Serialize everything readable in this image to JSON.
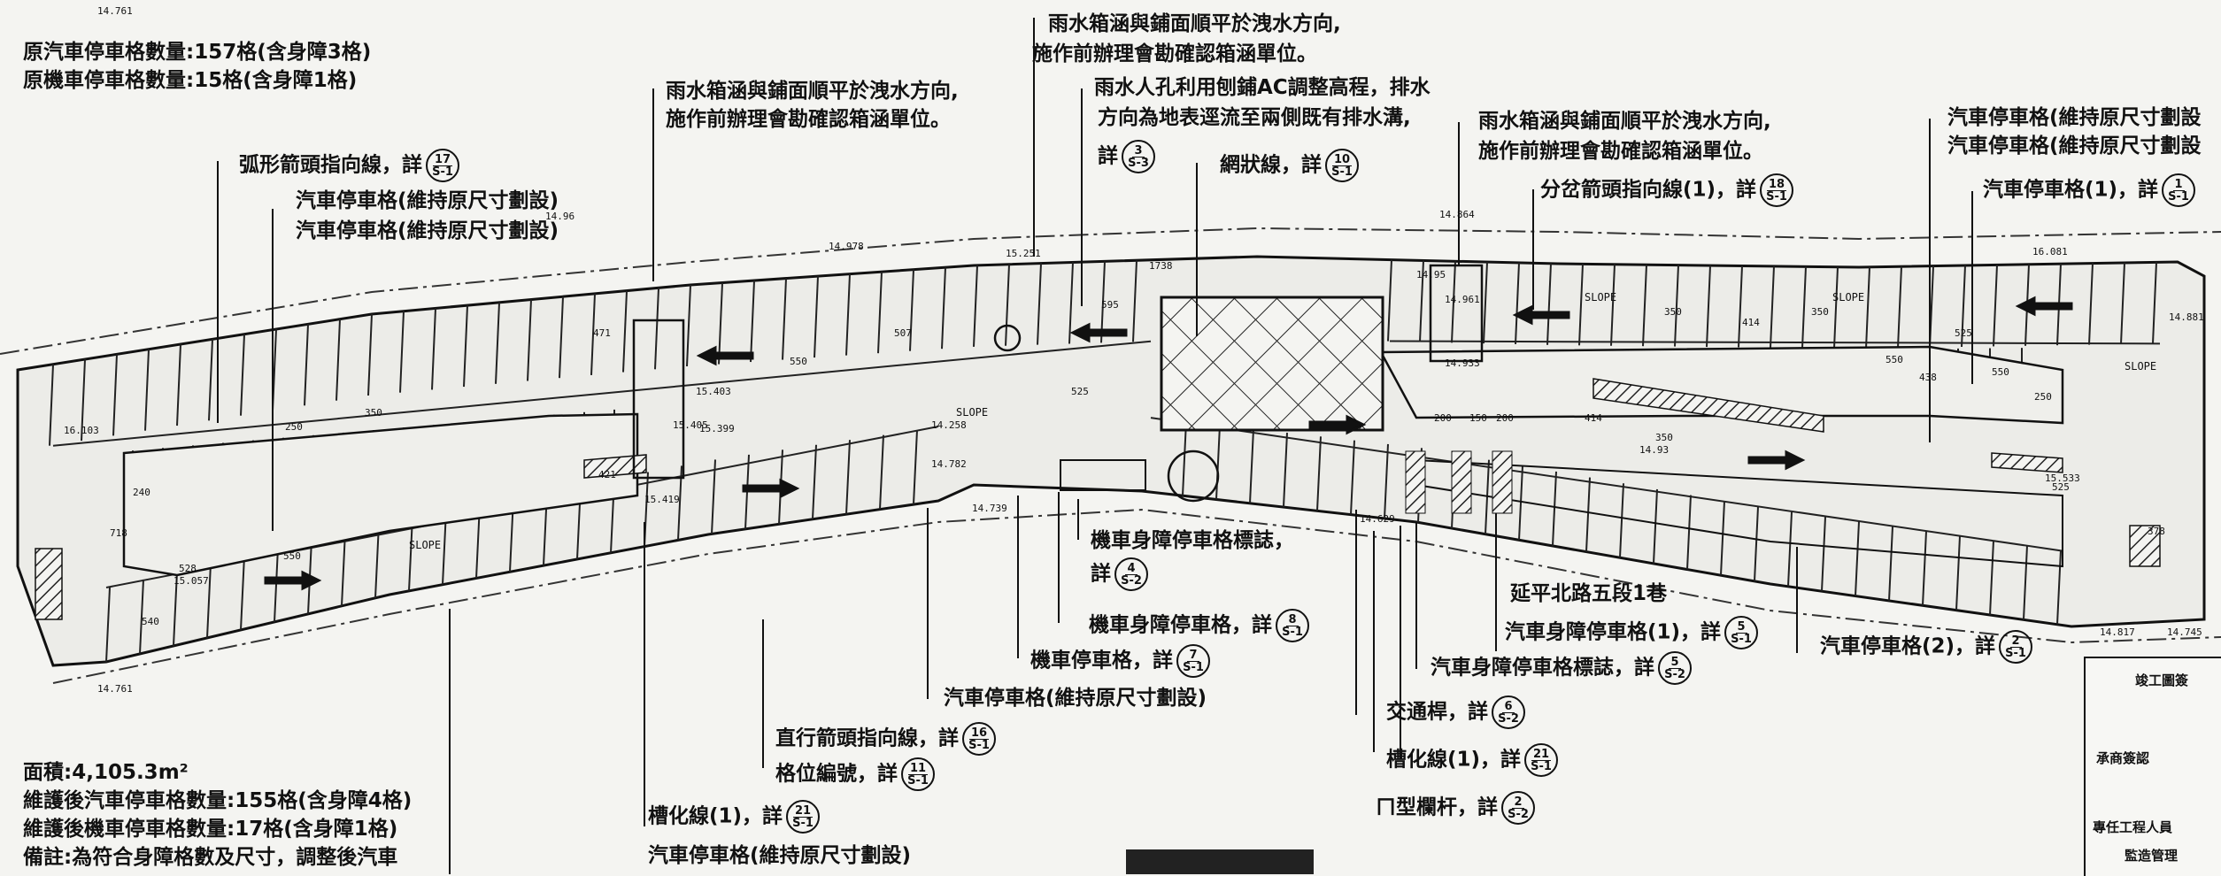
{
  "notes_top": {
    "line1": "原汽車停車格數量:157格(含身障3格)",
    "line2": "原機車停車格數量:15格(含身障1格)"
  },
  "notes_bottom": {
    "area": "面積:4,105.3m²",
    "line1": "維護後汽車停車格數量:155格(含身障4格)",
    "line2": "維護後機車停車格數量:17格(含身障1格)",
    "line3": "備註:為符合身障格數及尺寸，調整後汽車"
  },
  "labels": {
    "curved_arrow": "弧形箭頭指向線，詳",
    "car_keep_a": "汽車停車格(維持原尺寸劃設)",
    "car_keep_b": "汽車停車格(維持原尺寸劃設)",
    "box_top_1": "雨水箱涵與鋪面順平於洩水方向,",
    "box_top_2": "施作前辦理會勘確認箱涵單位。",
    "box_left_1": "雨水箱涵與鋪面順平於洩水方向,",
    "box_left_2": "施作前辦理會勘確認箱涵單位。",
    "manhole_1": "雨水人孔利用刨鋪AC調整高程，排水",
    "manhole_2": "方向為地表逕流至兩側既有排水溝,",
    "manhole_3": "詳",
    "mesh": "網狀線，詳",
    "box_right_1": "雨水箱涵與鋪面順平於洩水方向,",
    "box_right_2": "施作前辦理會勘確認箱涵單位。",
    "split_arrow": "分岔箭頭指向線(1)，詳",
    "car_keep_r1": "汽車停車格(維持原尺寸劃設",
    "car_keep_r2": "汽車停車格(維持原尺寸劃設",
    "car_1": "汽車停車格(1)，詳",
    "moto_acc_sign_1": "機車身障停車格標誌，",
    "moto_acc_sign_2": "詳",
    "moto_acc": "機車身障停車格，詳",
    "moto": "機車停車格，詳",
    "car_keep_mid": "汽車停車格(維持原尺寸劃設)",
    "straight_arrow": "直行箭頭指向線，詳",
    "slot_number": "格位編號，詳",
    "channel_l": "槽化線(1)，詳",
    "car_keep_bot": "汽車停車格(維持原尺寸劃設)",
    "street": "延平北路五段1巷",
    "car_acc": "汽車身障停車格(1)，詳",
    "car_acc_sign": "汽車身障停車格標誌，詳",
    "car_2": "汽車停車格(2)，詳",
    "traffic_pole": "交通桿，詳",
    "channel_r": "槽化線(1)，詳",
    "u_rail": "ㄇ型欄杆，詳"
  },
  "refs": {
    "r17": [
      "17",
      "S-1"
    ],
    "r3": [
      "3",
      "S-3"
    ],
    "r10": [
      "10",
      "S-1"
    ],
    "r18": [
      "18",
      "S-1"
    ],
    "r1": [
      "1",
      "S-1"
    ],
    "r4": [
      "4",
      "S-2"
    ],
    "r8": [
      "8",
      "S-1"
    ],
    "r7": [
      "7",
      "S-1"
    ],
    "r16": [
      "16",
      "S-1"
    ],
    "r11": [
      "11",
      "S-1"
    ],
    "r21a": [
      "21",
      "S-1"
    ],
    "r5a": [
      "5",
      "S-1"
    ],
    "r5b": [
      "5",
      "S-2"
    ],
    "r2": [
      "2",
      "S-1"
    ],
    "r6": [
      "6",
      "S-2"
    ],
    "r21b": [
      "21",
      "S-1"
    ],
    "r2b": [
      "2",
      "S-2"
    ]
  },
  "elevations": [
    "14.761",
    "16.103",
    "14.96",
    "14.978",
    "15.403",
    "15.405",
    "15.399",
    "15.419",
    "15.251",
    "15.057",
    "14.258",
    "14.782",
    "14.739",
    "14.864",
    "14.961",
    "14.95",
    "14.933",
    "14.93",
    "16.081",
    "14.881",
    "14.817",
    "14.745",
    "14.629",
    "15.533",
    "14.761"
  ],
  "dimensions": [
    "550",
    "250",
    "550",
    "240",
    "350",
    "525",
    "507",
    "471",
    "421",
    "550",
    "525",
    "350",
    "350",
    "200",
    "150",
    "200",
    "414",
    "350",
    "414",
    "438",
    "550",
    "250",
    "525",
    "378",
    "718",
    "540",
    "528",
    "1738",
    "595"
  ],
  "slope_label": "SLOPE",
  "title_block": {
    "head": "竣工圖簽",
    "contractor": "承商簽認",
    "engineer": "專任工程人員",
    "supervisor": "監造管理"
  }
}
